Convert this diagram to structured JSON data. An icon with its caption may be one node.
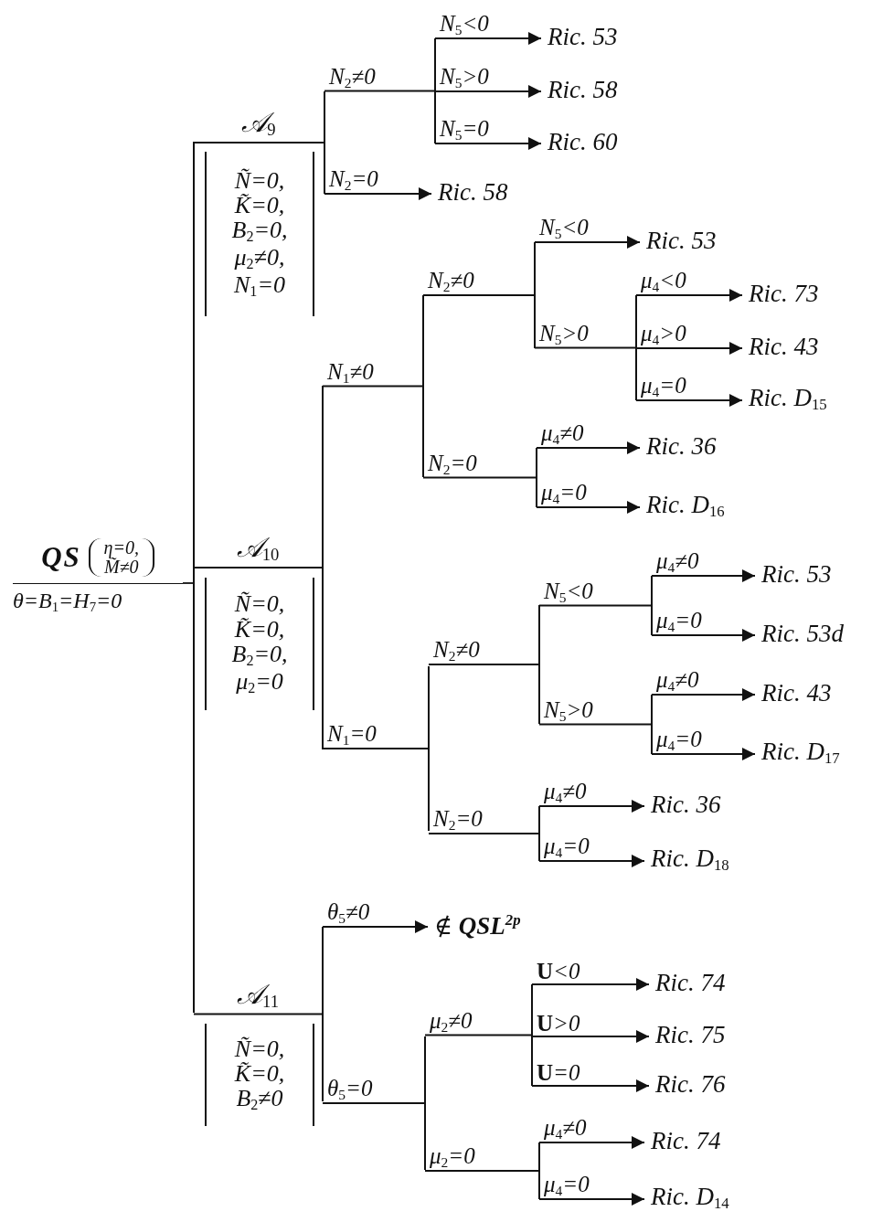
{
  "diagram": {
    "nodes": [
      {
        "text": [
          "QS",
          "η=0, M̃≠0"
        ],
        "beside": [
          "θ=B$_{1}$=H$_{7}$=0"
        ]
      },
      {
        "text": [],
        "shape": "bar"
      },
      {
        "text": [
          "Ñ=0, K̃=0, B$_{2}$=0, μ$_{2}$≠0, N$_{1}$=0"
        ]
      },
      {
        "text": [],
        "shape": "bar"
      },
      {
        "text": [],
        "shape": "bar"
      },
      {
        "text": [
          "Ric. 53"
        ]
      },
      {
        "text": [
          "Ric. 58"
        ]
      },
      {
        "text": [
          "Ric. 60"
        ]
      },
      {
        "text": [
          "Ric. 58"
        ]
      },
      {
        "text": [
          "Ñ=0, K̃=0, B$_{2}$=0, μ$_{2}$=0"
        ]
      },
      {
        "text": [],
        "shape": "bar"
      },
      {
        "text": [],
        "shape": "bar"
      },
      {
        "text": [],
        "shape": "bar"
      },
      {
        "text": [
          "Ric. 53"
        ]
      },
      {
        "text": [],
        "shape": "bar"
      },
      {
        "text": [
          "Ric. 73"
        ]
      },
      {
        "text": [
          "Ric. 43"
        ]
      },
      {
        "text": [
          "Ric. D$_{15}$"
        ]
      },
      {
        "text": [],
        "shape": "bar"
      },
      {
        "text": [
          "Ric. 36"
        ]
      },
      {
        "text": [
          "Ric. D$_{16}$"
        ]
      },
      {
        "text": [],
        "shape": "bar"
      },
      {
        "text": [],
        "shape": "bar"
      },
      {
        "text": [],
        "shape": "bar"
      },
      {
        "text": [
          "Ric. 53"
        ]
      },
      {
        "text": [
          "Ric. 53d"
        ]
      },
      {
        "text": [],
        "shape": "bar"
      },
      {
        "text": [
          "Ric. 43"
        ]
      },
      {
        "text": [
          "Ric. D$_{17}$"
        ]
      },
      {
        "text": [],
        "shape": "bar"
      },
      {
        "text": [
          "Ric. 36"
        ]
      },
      {
        "text": [
          "Ric. D$_{18}$"
        ]
      },
      {
        "text": [
          "Ñ=0, K̃=0, B$_{2}$≠0"
        ]
      },
      {
        "text": [],
        "shape": "bar"
      },
      {
        "text": [
          "∉ **QSL**$^{2p}$"
        ]
      },
      {
        "text": [],
        "shape": "bar"
      },
      {
        "text": [],
        "shape": "bar"
      },
      {
        "text": [
          "Ric. 74"
        ]
      },
      {
        "text": [
          "Ric. 75"
        ]
      },
      {
        "text": [
          "Ric. 76"
        ]
      },
      {
        "text": [],
        "shape": "bar"
      },
      {
        "text": [
          "Ric. 74"
        ]
      },
      {
        "text": [
          "Ric. D$_{14}$"
        ]
      }
    ],
    "edges": [
      {
        "from": 0,
        "to": 1,
        "arrow": "none"
      },
      {
        "from": 1,
        "to": 3,
        "arrow": "none",
        "label": "𝒜$_{9}$"
      },
      {
        "from": 3,
        "to": 4,
        "arrow": "none",
        "label": "N$_{2}$≠0"
      },
      {
        "from": 4,
        "to": 5,
        "arrow": "to",
        "label": "N$_{5}$<0"
      },
      {
        "from": 4,
        "to": 6,
        "arrow": "to",
        "label": "N$_{5}$>0"
      },
      {
        "from": 4,
        "to": 7,
        "arrow": "to",
        "label": "N$_{5}$=0"
      },
      {
        "from": 3,
        "to": 8,
        "arrow": "to",
        "label": "N$_{2}$=0"
      },
      {
        "from": 1,
        "to": 10,
        "arrow": "none",
        "label": "𝒜$_{10}$"
      },
      {
        "from": 10,
        "to": 11,
        "arrow": "none",
        "label": "N$_{1}$≠0"
      },
      {
        "from": 11,
        "to": 12,
        "arrow": "none",
        "label": "N$_{2}$≠0"
      },
      {
        "from": 12,
        "to": 13,
        "arrow": "to",
        "label": "N$_{5}$<0"
      },
      {
        "from": 12,
        "to": 14,
        "arrow": "none",
        "label": "N$_{5}$>0"
      },
      {
        "from": 14,
        "to": 15,
        "arrow": "to",
        "label": "μ$_{4}$<0"
      },
      {
        "from": 14,
        "to": 16,
        "arrow": "to",
        "label": "μ$_{4}$>0"
      },
      {
        "from": 14,
        "to": 17,
        "arrow": "to",
        "label": "μ$_{4}$=0"
      },
      {
        "from": 11,
        "to": 18,
        "arrow": "none",
        "label": "N$_{2}$=0"
      },
      {
        "from": 18,
        "to": 19,
        "arrow": "to",
        "label": "μ$_{4}$≠0"
      },
      {
        "from": 18,
        "to": 20,
        "arrow": "to",
        "label": "μ$_{4}$=0"
      },
      {
        "from": 10,
        "to": 21,
        "arrow": "none",
        "label": "N$_{1}$=0"
      },
      {
        "from": 21,
        "to": 22,
        "arrow": "none",
        "label": "N$_{2}$≠0"
      },
      {
        "from": 22,
        "to": 23,
        "arrow": "none",
        "label": "N$_{5}$<0"
      },
      {
        "from": 23,
        "to": 24,
        "arrow": "to",
        "label": "μ$_{4}$≠0"
      },
      {
        "from": 23,
        "to": 25,
        "arrow": "to",
        "label": "μ$_{4}$=0"
      },
      {
        "from": 22,
        "to": 26,
        "arrow": "none",
        "label": "N$_{5}$>0"
      },
      {
        "from": 26,
        "to": 27,
        "arrow": "to",
        "label": "μ$_{4}$≠0"
      },
      {
        "from": 26,
        "to": 28,
        "arrow": "to",
        "label": "μ$_{4}$=0"
      },
      {
        "from": 21,
        "to": 29,
        "arrow": "none",
        "label": "N$_{2}$=0"
      },
      {
        "from": 29,
        "to": 30,
        "arrow": "to",
        "label": "μ$_{4}$≠0"
      },
      {
        "from": 29,
        "to": 31,
        "arrow": "to",
        "label": "μ$_{4}$=0"
      },
      {
        "from": 1,
        "to": 33,
        "arrow": "none",
        "label": "𝒜$_{11}$"
      },
      {
        "from": 33,
        "to": 34,
        "arrow": "to",
        "label": "θ$_{5}$≠0"
      },
      {
        "from": 33,
        "to": 35,
        "arrow": "none",
        "label": "θ$_{5}$=0"
      },
      {
        "from": 35,
        "to": 36,
        "arrow": "none",
        "label": "μ$_{2}$≠0"
      },
      {
        "from": 36,
        "to": 37,
        "arrow": "to",
        "label": "**U**<0"
      },
      {
        "from": 36,
        "to": 38,
        "arrow": "to",
        "label": "**U**>0"
      },
      {
        "from": 36,
        "to": 39,
        "arrow": "to",
        "label": "**U**=0"
      },
      {
        "from": 35,
        "to": 40,
        "arrow": "none",
        "label": "μ$_{2}$=0"
      },
      {
        "from": 40,
        "to": 41,
        "arrow": "to",
        "label": "μ$_{4}$≠0"
      },
      {
        "from": 40,
        "to": 42,
        "arrow": "to",
        "label": "μ$_{4}$=0"
      }
    ]
  }
}
